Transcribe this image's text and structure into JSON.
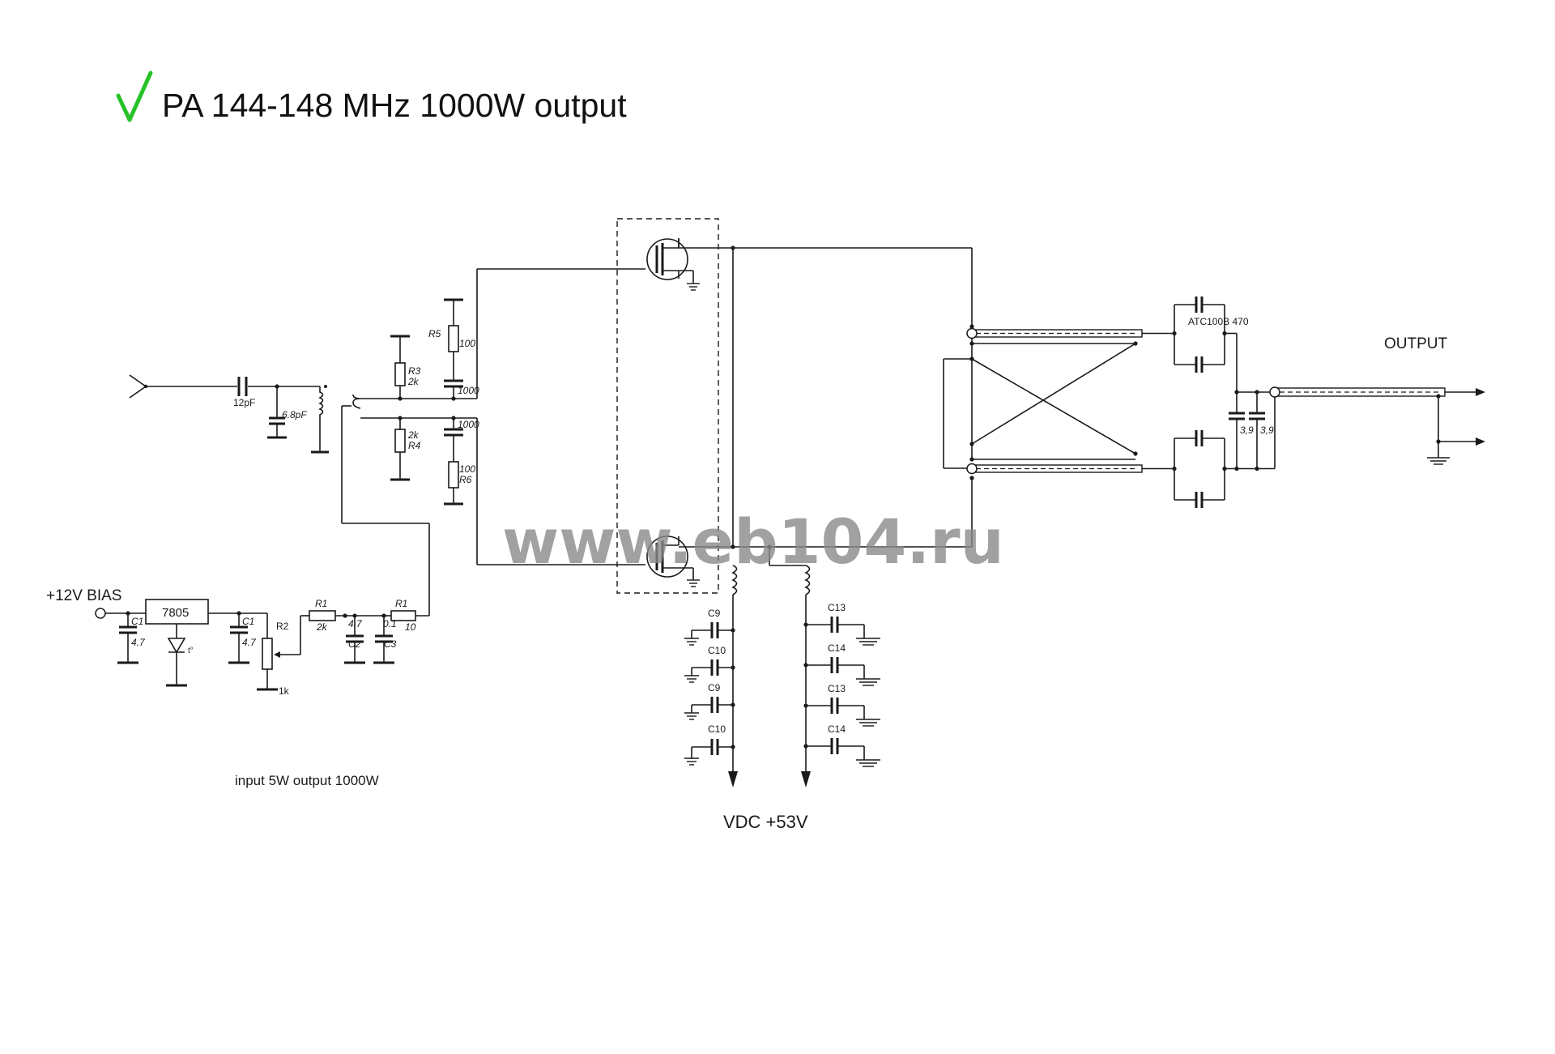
{
  "title": "PA 144-148 MHz 1000W output",
  "watermark": "www.eb104.ru",
  "check_color": "#27c227",
  "labels": {
    "bias": "+12V BIAS",
    "regulator": "7805",
    "c1a": "C1",
    "c1a_val": "4.7",
    "c1b": "C1",
    "c1b_val": "4.7",
    "diode_mark": "t°",
    "r2": "R2",
    "r2_val": "1k",
    "r1a": "R1",
    "r1a_val": "2k",
    "c2": "C2",
    "c2_val": "4.7",
    "r1b": "R1",
    "r1b_val": "10",
    "c3": "C3",
    "c3_val": "0.1",
    "cin1": "12pF",
    "cin2": "6.8pF",
    "r5": "R5",
    "r5_val": "100",
    "r3": "R3",
    "r3_val": "2k",
    "c_top": "1000",
    "c_bot": "1000",
    "r4": "R4",
    "r4_val": "2k",
    "r6": "R6",
    "r6_val": "100",
    "c9a": "C9",
    "c10a": "C10",
    "c9b": "C9",
    "c10b": "C10",
    "c13a": "C13",
    "c14a": "C14",
    "c13b": "C13",
    "c14b": "C14",
    "atc": "ATC100B 470",
    "c39a": "3,9",
    "c39b": "3,9",
    "output": "OUTPUT",
    "note": "input 5W  output 1000W",
    "vdc": "VDC +53V"
  }
}
